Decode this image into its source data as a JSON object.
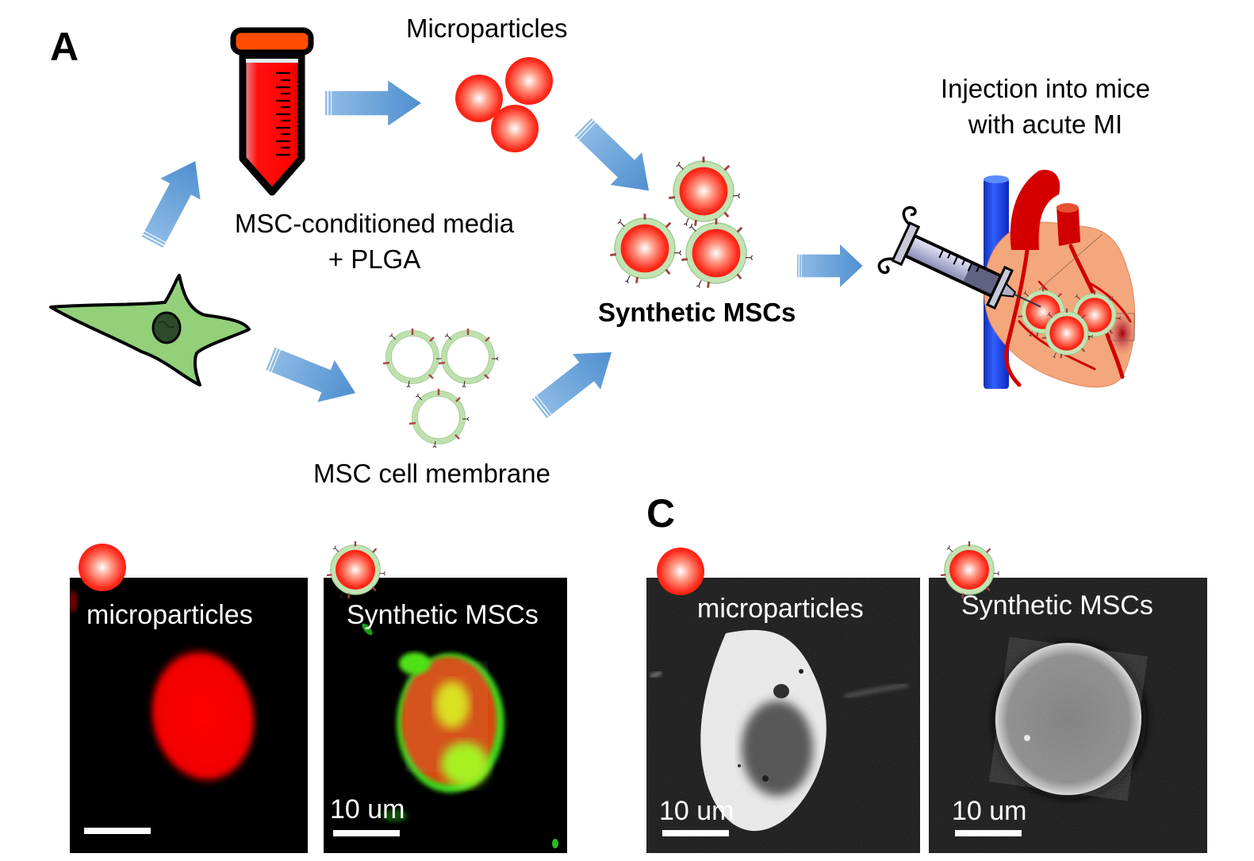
{
  "figure": {
    "panel_a": {
      "letter": "A",
      "labels": {
        "microparticles": "Microparticles",
        "media_line1": "MSC-conditioned media",
        "media_line2": "+ PLGA",
        "synthetic_mscs": "Synthetic MSCs",
        "injection_line1": "Injection into mice",
        "injection_line2": "with acute MI",
        "membrane": "MSC cell membrane"
      },
      "icons": [
        "test-tube-icon",
        "microparticle-icon",
        "synthetic-msc-icon",
        "msc-cell-icon",
        "membrane-vesicle-icon",
        "heart-icon",
        "syringe-icon",
        "arrow-icon"
      ]
    },
    "panel_b": {
      "images": [
        {
          "title": "microparticles",
          "scale_text": "",
          "type": "fluorescence",
          "icon": "microparticle-icon"
        },
        {
          "title": "Synthetic MSCs",
          "scale_text": "10 um",
          "type": "fluorescence",
          "icon": "synthetic-msc-icon"
        }
      ]
    },
    "panel_c": {
      "letter": "C",
      "images": [
        {
          "title": "microparticles",
          "scale_text": "10 um",
          "type": "sem",
          "icon": "microparticle-icon"
        },
        {
          "title": "Synthetic MSCs",
          "scale_text": "10 um",
          "type": "sem",
          "icon": "synthetic-msc-icon"
        }
      ]
    },
    "colors": {
      "arrow": "#5b9bd5",
      "particle_red": "#ff2a1a",
      "membrane_green": "#b9dca8",
      "cell_green": "#92d07a",
      "vein_blue": "#1f3fd8",
      "heart_skin": "#f4a67c",
      "artery_red": "#d00000"
    }
  }
}
